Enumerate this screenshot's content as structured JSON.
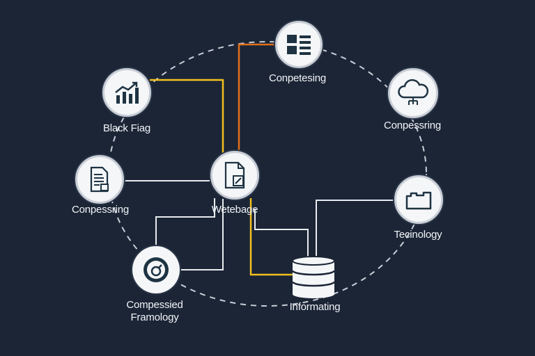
{
  "colors": {
    "background": "#1b2536",
    "ring": "#c9ced6",
    "link_white": "#e9ecf0",
    "link_yellow": "#f2c01e",
    "link_orange": "#e0701c",
    "icon_fill": "#1e3342"
  },
  "nodes": {
    "top": {
      "label": "Conpetesing",
      "icon": "list-icon"
    },
    "top_right": {
      "label": "Conpessring",
      "icon": "cloud-icon"
    },
    "left_top": {
      "label": "Black Fiag",
      "icon": "bar-chart-icon"
    },
    "left_mid": {
      "label": "Conpessring",
      "icon": "document-icon"
    },
    "center": {
      "label": "Wetebage",
      "icon": "webpage-icon"
    },
    "right": {
      "label": "Tecinology",
      "icon": "folder-icon"
    },
    "bottom_left": {
      "line1": "Compessied",
      "line2": "Framology",
      "icon": "gear-icon"
    },
    "bottom": {
      "label": "Informating",
      "icon": "database-icon"
    }
  }
}
